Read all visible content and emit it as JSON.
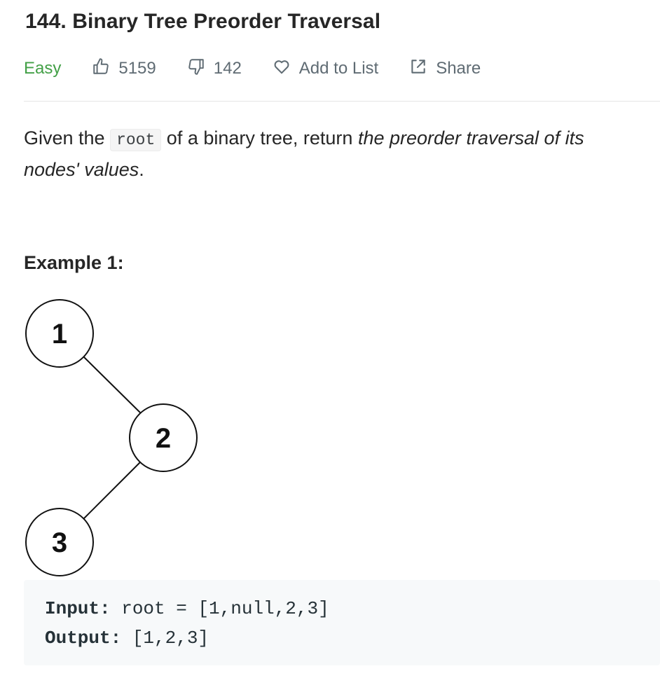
{
  "problem": {
    "title": "144. Binary Tree Preorder Traversal",
    "difficulty": "Easy",
    "likes": "5159",
    "dislikes": "142",
    "add_to_list_label": "Add to List",
    "share_label": "Share"
  },
  "description": {
    "part1": "Given the ",
    "code": "root",
    "part2": " of a binary tree, return ",
    "italic": "the preorder traversal of its nodes' values",
    "part3": "."
  },
  "example": {
    "heading": "Example 1:",
    "tree_nodes": [
      "1",
      "2",
      "3"
    ],
    "input_label": "Input:",
    "input_value": " root = [1,null,2,3]",
    "output_label": "Output:",
    "output_value": " [1,2,3]"
  },
  "colors": {
    "difficulty_easy": "#43a047",
    "meta_text": "#5f6b73",
    "code_bg": "#f7f9fa"
  },
  "icons": {
    "like": "thumbs-up-icon",
    "dislike": "thumbs-down-icon",
    "add_to_list": "heart-icon",
    "share": "share-icon"
  }
}
